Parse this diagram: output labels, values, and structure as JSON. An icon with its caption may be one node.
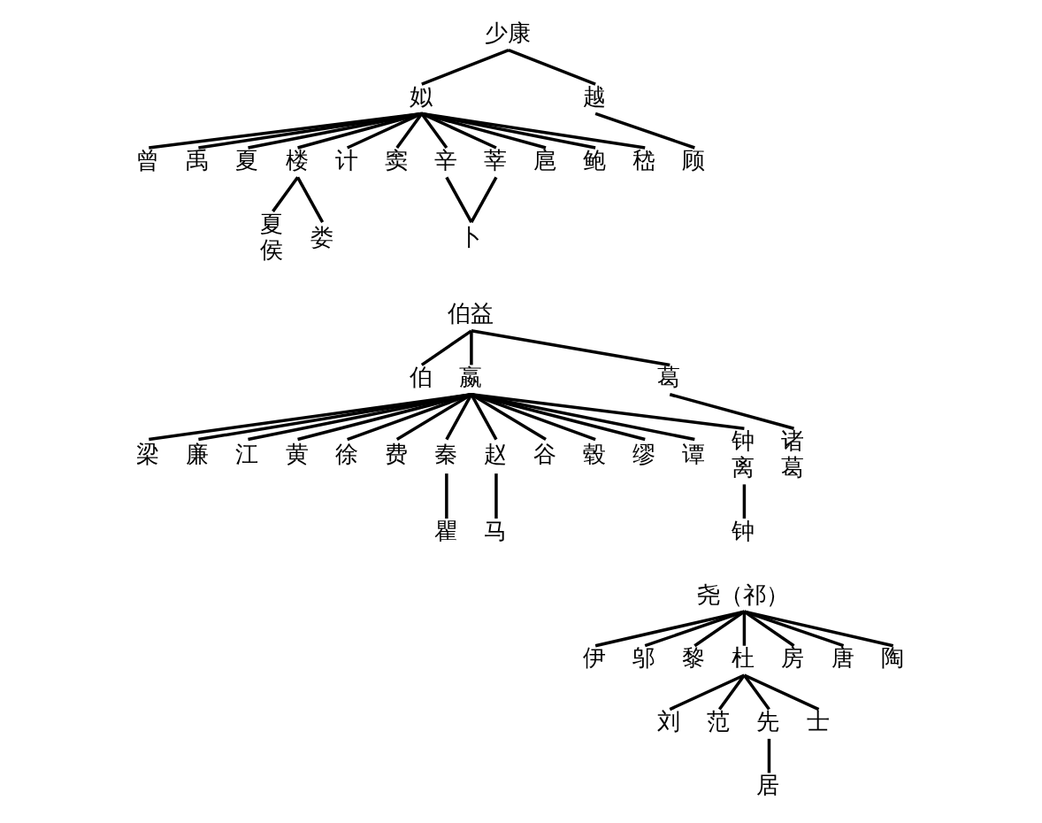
{
  "diagram": {
    "nodes": [
      {
        "text": [
          "少康"
        ]
      },
      {
        "text": [
          "姒"
        ]
      },
      {
        "text": [
          "越"
        ]
      },
      {
        "text": [
          "曾"
        ]
      },
      {
        "text": [
          "禹"
        ]
      },
      {
        "text": [
          "夏"
        ]
      },
      {
        "text": [
          "楼"
        ]
      },
      {
        "text": [
          "计"
        ]
      },
      {
        "text": [
          "窦"
        ]
      },
      {
        "text": [
          "辛"
        ]
      },
      {
        "text": [
          "莘"
        ]
      },
      {
        "text": [
          "扈"
        ]
      },
      {
        "text": [
          "鲍"
        ]
      },
      {
        "text": [
          "嵇"
        ]
      },
      {
        "text": [
          "顾"
        ]
      },
      {
        "text": [
          "夏侯"
        ]
      },
      {
        "text": [
          "娄"
        ]
      },
      {
        "text": [
          "卜"
        ]
      },
      {
        "text": [
          "伯益"
        ]
      },
      {
        "text": [
          "伯"
        ]
      },
      {
        "text": [
          "嬴"
        ]
      },
      {
        "text": [
          "葛"
        ]
      },
      {
        "text": [
          "梁"
        ]
      },
      {
        "text": [
          "廉"
        ]
      },
      {
        "text": [
          "江"
        ]
      },
      {
        "text": [
          "黄"
        ]
      },
      {
        "text": [
          "徐"
        ]
      },
      {
        "text": [
          "费"
        ]
      },
      {
        "text": [
          "秦"
        ]
      },
      {
        "text": [
          "赵"
        ]
      },
      {
        "text": [
          "谷"
        ]
      },
      {
        "text": [
          "毂"
        ]
      },
      {
        "text": [
          "缪"
        ]
      },
      {
        "text": [
          "谭"
        ]
      },
      {
        "text": [
          "钟离"
        ]
      },
      {
        "text": [
          "诸葛"
        ]
      },
      {
        "text": [
          "瞿"
        ]
      },
      {
        "text": [
          "马"
        ]
      },
      {
        "text": [
          "钟"
        ]
      },
      {
        "text": [
          "尧（祁）"
        ]
      },
      {
        "text": [
          "伊"
        ]
      },
      {
        "text": [
          "邬"
        ]
      },
      {
        "text": [
          "黎"
        ]
      },
      {
        "text": [
          "杜"
        ]
      },
      {
        "text": [
          "房"
        ]
      },
      {
        "text": [
          "唐"
        ]
      },
      {
        "text": [
          "陶"
        ]
      },
      {
        "text": [
          "刘"
        ]
      },
      {
        "text": [
          "范"
        ]
      },
      {
        "text": [
          "先"
        ]
      },
      {
        "text": [
          "士"
        ]
      },
      {
        "text": [
          "居"
        ]
      }
    ],
    "edges": [
      {
        "from": 0,
        "to": 1,
        "arrow": "none"
      },
      {
        "from": 0,
        "to": 2,
        "arrow": "none"
      },
      {
        "from": 1,
        "to": 3,
        "arrow": "none"
      },
      {
        "from": 1,
        "to": 4,
        "arrow": "none"
      },
      {
        "from": 1,
        "to": 5,
        "arrow": "none"
      },
      {
        "from": 1,
        "to": 6,
        "arrow": "none"
      },
      {
        "from": 1,
        "to": 7,
        "arrow": "none"
      },
      {
        "from": 1,
        "to": 8,
        "arrow": "none"
      },
      {
        "from": 1,
        "to": 9,
        "arrow": "none"
      },
      {
        "from": 1,
        "to": 10,
        "arrow": "none"
      },
      {
        "from": 1,
        "to": 11,
        "arrow": "none"
      },
      {
        "from": 1,
        "to": 12,
        "arrow": "none"
      },
      {
        "from": 1,
        "to": 13,
        "arrow": "none"
      },
      {
        "from": 2,
        "to": 14,
        "arrow": "none"
      },
      {
        "from": 6,
        "to": 15,
        "arrow": "none"
      },
      {
        "from": 6,
        "to": 16,
        "arrow": "none"
      },
      {
        "from": 9,
        "to": 17,
        "arrow": "none"
      },
      {
        "from": 10,
        "to": 17,
        "arrow": "none"
      },
      {
        "from": 18,
        "to": 19,
        "arrow": "none"
      },
      {
        "from": 18,
        "to": 20,
        "arrow": "none"
      },
      {
        "from": 18,
        "to": 21,
        "arrow": "none"
      },
      {
        "from": 20,
        "to": 22,
        "arrow": "none"
      },
      {
        "from": 20,
        "to": 23,
        "arrow": "none"
      },
      {
        "from": 20,
        "to": 24,
        "arrow": "none"
      },
      {
        "from": 20,
        "to": 25,
        "arrow": "none"
      },
      {
        "from": 20,
        "to": 26,
        "arrow": "none"
      },
      {
        "from": 20,
        "to": 27,
        "arrow": "none"
      },
      {
        "from": 20,
        "to": 28,
        "arrow": "none"
      },
      {
        "from": 20,
        "to": 29,
        "arrow": "none"
      },
      {
        "from": 20,
        "to": 30,
        "arrow": "none"
      },
      {
        "from": 20,
        "to": 31,
        "arrow": "none"
      },
      {
        "from": 20,
        "to": 32,
        "arrow": "none"
      },
      {
        "from": 20,
        "to": 33,
        "arrow": "none"
      },
      {
        "from": 20,
        "to": 34,
        "arrow": "none"
      },
      {
        "from": 21,
        "to": 35,
        "arrow": "none"
      },
      {
        "from": 28,
        "to": 36,
        "arrow": "none"
      },
      {
        "from": 29,
        "to": 37,
        "arrow": "none"
      },
      {
        "from": 34,
        "to": 38,
        "arrow": "none"
      },
      {
        "from": 39,
        "to": 40,
        "arrow": "none"
      },
      {
        "from": 39,
        "to": 41,
        "arrow": "none"
      },
      {
        "from": 39,
        "to": 42,
        "arrow": "none"
      },
      {
        "from": 39,
        "to": 43,
        "arrow": "none"
      },
      {
        "from": 39,
        "to": 44,
        "arrow": "none"
      },
      {
        "from": 39,
        "to": 45,
        "arrow": "none"
      },
      {
        "from": 39,
        "to": 46,
        "arrow": "none"
      },
      {
        "from": 43,
        "to": 47,
        "arrow": "none"
      },
      {
        "from": 43,
        "to": 48,
        "arrow": "none"
      },
      {
        "from": 43,
        "to": 49,
        "arrow": "none"
      },
      {
        "from": 43,
        "to": 50,
        "arrow": "none"
      },
      {
        "from": 49,
        "to": 51,
        "arrow": "none"
      }
    ]
  }
}
